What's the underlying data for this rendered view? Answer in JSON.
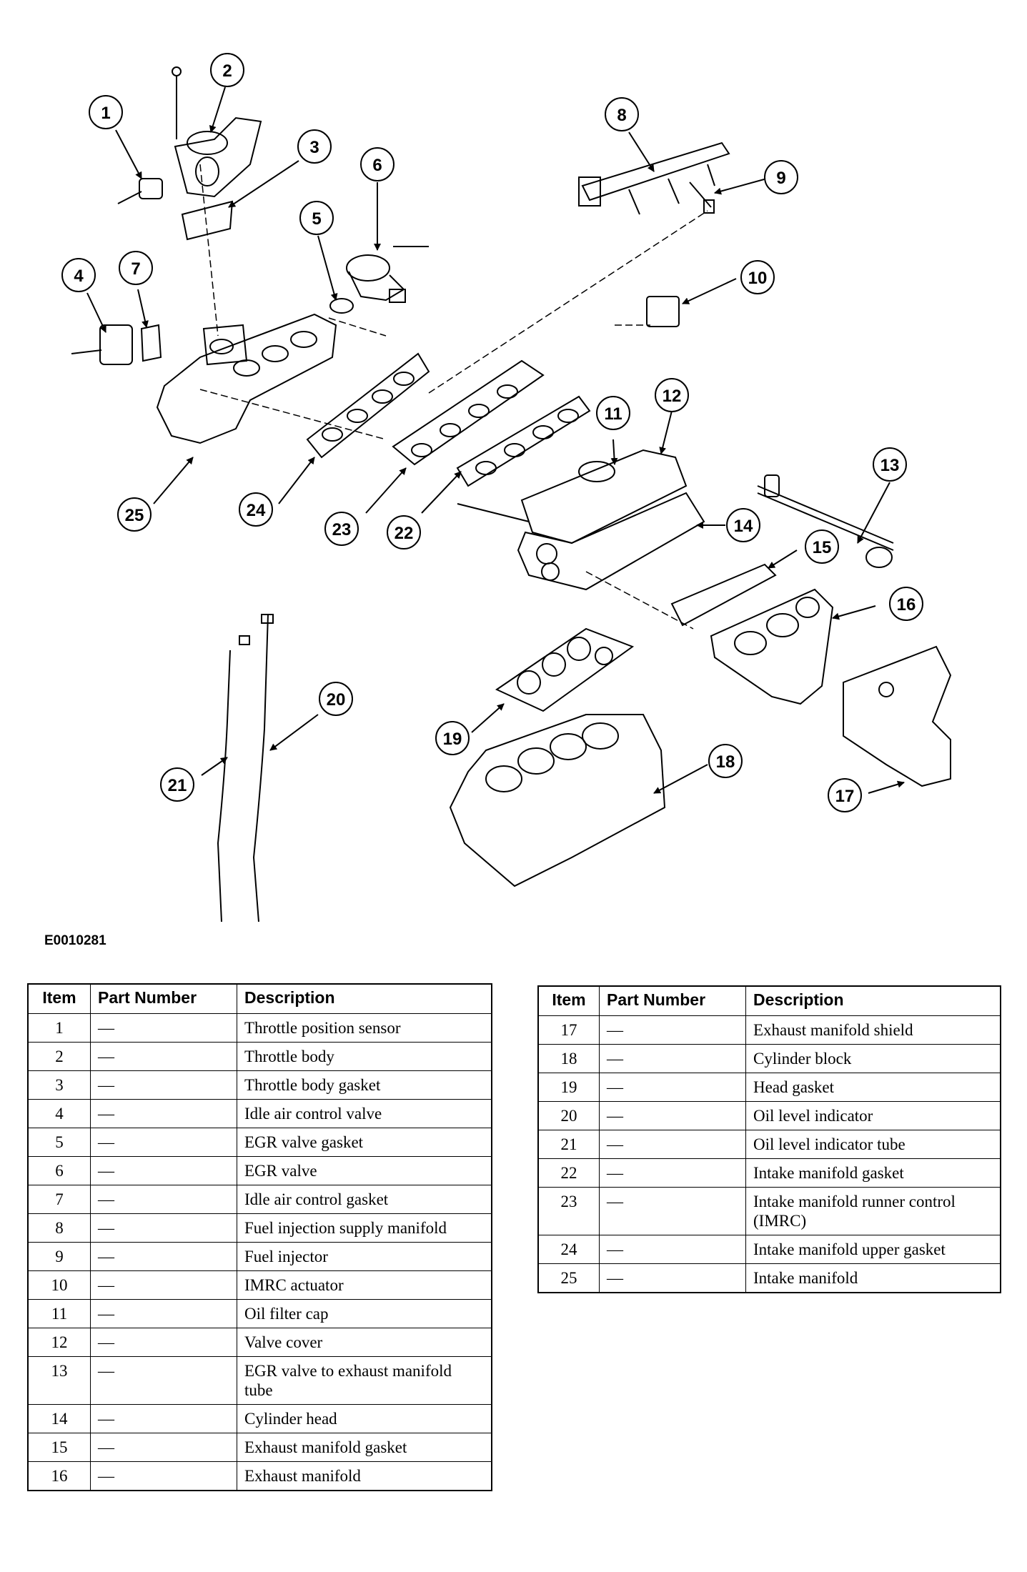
{
  "figure_id": "E0010281",
  "callouts": [
    "1",
    "2",
    "3",
    "4",
    "5",
    "6",
    "7",
    "8",
    "9",
    "10",
    "11",
    "12",
    "13",
    "14",
    "15",
    "16",
    "17",
    "18",
    "19",
    "20",
    "21",
    "22",
    "23",
    "24",
    "25"
  ],
  "table": {
    "headers": {
      "item": "Item",
      "part_number": "Part Number",
      "description": "Description"
    },
    "left_rows": [
      {
        "item": "1",
        "part": "—",
        "desc": "Throttle position sensor"
      },
      {
        "item": "2",
        "part": "—",
        "desc": "Throttle body"
      },
      {
        "item": "3",
        "part": "—",
        "desc": "Throttle body gasket"
      },
      {
        "item": "4",
        "part": "—",
        "desc": "Idle air control valve"
      },
      {
        "item": "5",
        "part": "—",
        "desc": "EGR valve gasket"
      },
      {
        "item": "6",
        "part": "—",
        "desc": "EGR valve"
      },
      {
        "item": "7",
        "part": "—",
        "desc": "Idle air control gasket"
      },
      {
        "item": "8",
        "part": "—",
        "desc": "Fuel injection supply manifold"
      },
      {
        "item": "9",
        "part": "—",
        "desc": "Fuel injector"
      },
      {
        "item": "10",
        "part": "—",
        "desc": "IMRC actuator"
      },
      {
        "item": "11",
        "part": "—",
        "desc": "Oil filter cap"
      },
      {
        "item": "12",
        "part": "—",
        "desc": "Valve cover"
      },
      {
        "item": "13",
        "part": "—",
        "desc": "EGR valve to exhaust manifold tube"
      },
      {
        "item": "14",
        "part": "—",
        "desc": "Cylinder head"
      },
      {
        "item": "15",
        "part": "—",
        "desc": "Exhaust manifold gasket"
      },
      {
        "item": "16",
        "part": "—",
        "desc": "Exhaust manifold"
      }
    ],
    "right_rows": [
      {
        "item": "17",
        "part": "—",
        "desc": "Exhaust manifold shield"
      },
      {
        "item": "18",
        "part": "—",
        "desc": "Cylinder block"
      },
      {
        "item": "19",
        "part": "—",
        "desc": "Head gasket"
      },
      {
        "item": "20",
        "part": "—",
        "desc": "Oil level indicator"
      },
      {
        "item": "21",
        "part": "—",
        "desc": "Oil level indicator tube"
      },
      {
        "item": "22",
        "part": "—",
        "desc": "Intake manifold gasket"
      },
      {
        "item": "23",
        "part": "—",
        "desc": "Intake manifold runner control (IMRC)"
      },
      {
        "item": "24",
        "part": "—",
        "desc": "Intake manifold upper gasket"
      },
      {
        "item": "25",
        "part": "—",
        "desc": "Intake manifold"
      }
    ]
  }
}
